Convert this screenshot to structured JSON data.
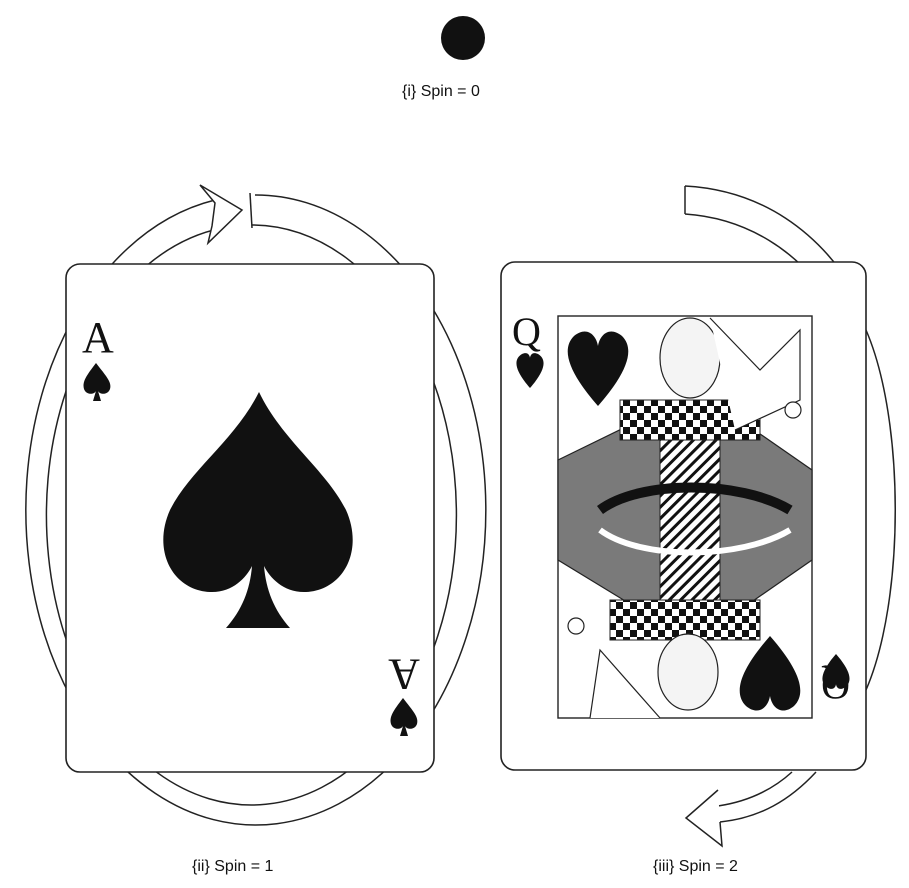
{
  "panels": [
    {
      "id": "i",
      "caption": "{i} Spin = 0",
      "object": "dot"
    },
    {
      "id": "ii",
      "caption": "{ii} Spin = 1",
      "object": "ace-of-spades-card",
      "card": {
        "rank": "A",
        "suit": "spade"
      },
      "rotation_arrow": "full-circle"
    },
    {
      "id": "iii",
      "caption": "{iii} Spin = 2",
      "object": "queen-of-hearts-card",
      "card": {
        "rank": "Q",
        "suit": "heart"
      },
      "rotation_arrow": "half-circle"
    }
  ],
  "colors": {
    "ink": "#111111",
    "paper": "#ffffff",
    "shade": "#7a7a7a"
  }
}
